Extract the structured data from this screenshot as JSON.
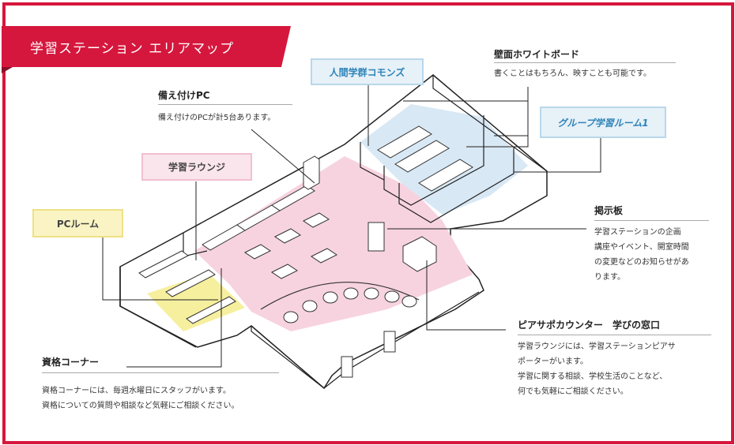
{
  "title": "学習ステーション エリアマップ",
  "area_labels": {
    "commons": "人間学群コモンズ",
    "group_room": "グループ学習ルーム1",
    "lounge": "学習ラウンジ",
    "pc_room": "PCルーム"
  },
  "callouts": {
    "whiteboard": {
      "heading": "壁面ホワイトボード",
      "lines": [
        "書くことはもちろん、映すことも可能です。"
      ]
    },
    "fixed_pc": {
      "heading": "備え付けPC",
      "lines": [
        "備え付けのPCが計5台あります。"
      ]
    },
    "bulletin": {
      "heading": "掲示板",
      "lines": [
        "学習ステーションの企画",
        "講座やイベント、開室時間",
        "の変更などのお知らせがあ",
        "ります。"
      ]
    },
    "peer_support": {
      "heading": "ピアサポカウンター　学びの窓口",
      "lines": [
        "学習ラウンジには、学習ステーションピアサ",
        "ポーターがいます。",
        "学習に関する相談、学校生活のことなど、",
        "何でも気軽にご相談ください。"
      ]
    },
    "certification": {
      "heading": "資格コーナー",
      "lines": [
        "資格コーナーには、毎週水曜日にスタッフがいます。",
        "資格についての質問や相談など気軽にご相談ください。"
      ]
    }
  },
  "colors": {
    "frame": "#d6173d",
    "title_banner": "#d6173d",
    "lounge_floor": "#f7d3df",
    "room_floor": "#d8e8f4",
    "pc_floor": "#f6ef9e"
  }
}
